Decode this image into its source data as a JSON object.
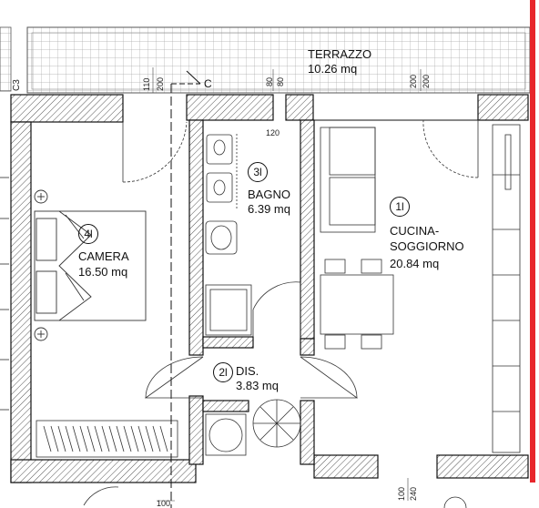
{
  "rooms": {
    "terrace": {
      "name": "TERRAZZO",
      "area": "10.26 mq"
    },
    "bathroom": {
      "num": "3l",
      "name": "BAGNO",
      "area": "6.39 mq"
    },
    "kitchen": {
      "num": "1l",
      "name": "CUCINA-",
      "name2": "SOGGIORNO",
      "area": "20.84 mq"
    },
    "bedroom": {
      "num": "4l",
      "name": "CAMERA",
      "area": "16.50 mq"
    },
    "hall": {
      "num": "2l",
      "name": "DIS.",
      "area": "3.83 mq"
    }
  },
  "dimensions": {
    "d110": "110",
    "d200a": "200",
    "d80a": "80",
    "d80b": "80",
    "d200b": "200",
    "d200c": "200",
    "d120": "120",
    "d100a": "100",
    "d240": "240",
    "d100b": "100"
  },
  "markers": {
    "section_c": "C",
    "left_edge": "C3"
  },
  "colors": {
    "wall_line": "#111111",
    "boundary": "#e8262b",
    "tile": "#9a9a9a"
  }
}
